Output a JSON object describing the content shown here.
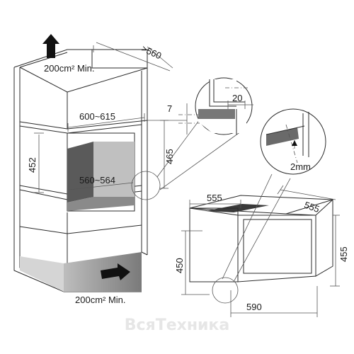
{
  "labels": {
    "air_top": "200cm² Min.",
    "air_bottom": "200cm² Min.",
    "depth_min": ">560",
    "niche_width": "600~615",
    "inner_width": "560~564",
    "niche_height": "452",
    "opening_height": "465",
    "gap_top": "7",
    "detail_depth": "20",
    "gap_bottom": "2mm",
    "oven_width": "555",
    "oven_depth": "555",
    "front_height": "450",
    "total_height": "455",
    "overall_width": "590"
  },
  "watermark": "ВсяТехника",
  "colors": {
    "line": "#2b2b2b",
    "shade_dark": "#5a5a5a",
    "shade_mid": "#9a9a9a",
    "shade_light": "#c8c8c8"
  }
}
